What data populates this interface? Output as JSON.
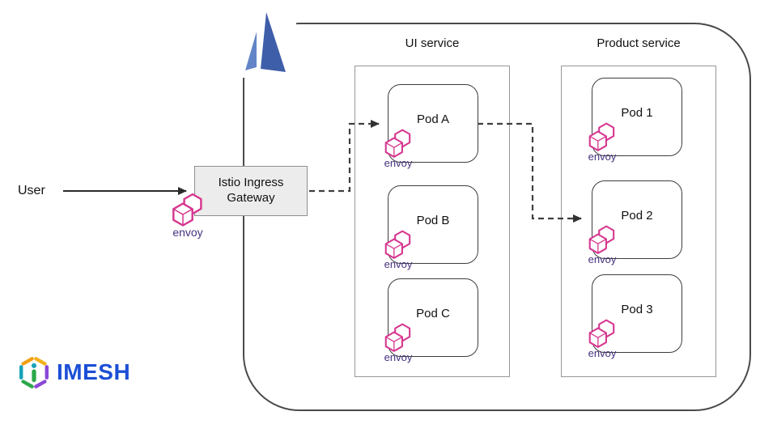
{
  "labels": {
    "user": "User",
    "gateway": "Istio Ingress Gateway",
    "envoy": "envoy"
  },
  "services": {
    "ui": {
      "title": "UI service",
      "pods": [
        "Pod A",
        "Pod B",
        "Pod C"
      ]
    },
    "product": {
      "title": "Product service",
      "pods": [
        "Pod 1",
        "Pod 2",
        "Pod 3"
      ]
    }
  },
  "brand": {
    "name": "IMESH"
  },
  "flows": [
    {
      "from": "User",
      "to": "Istio Ingress Gateway",
      "style": "solid"
    },
    {
      "from": "Istio Ingress Gateway",
      "to": "Pod A",
      "style": "dashed"
    },
    {
      "from": "Pod A",
      "to": "Pod 2",
      "style": "dashed"
    }
  ],
  "colors": {
    "envoy_pink": "#D6368F",
    "envoy_text_purple": "#46327E",
    "istio_blue": "#466BB0",
    "imesh_blue": "#1C4FD6",
    "cluster_border": "#4A4A4A",
    "gateway_fill": "#ECECEC",
    "dashed_line": "#3F3F3F"
  }
}
